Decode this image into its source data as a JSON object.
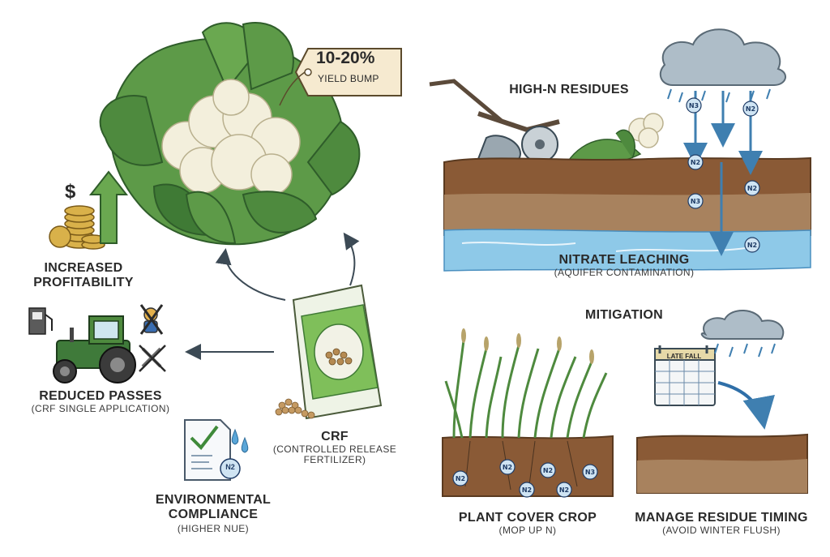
{
  "yield_tag": {
    "percent": "10-20%",
    "caption": "YIELD BUMP"
  },
  "profitability": {
    "title_line1": "INCREASED",
    "title_line2": "PROFITABILITY",
    "symbol": "$"
  },
  "reduced_passes": {
    "title": "REDUCED PASSES",
    "subtitle": "(CRF SINGLE APPLICATION)"
  },
  "crf": {
    "title": "CRF",
    "subtitle_line1": "(CONTROLLED RELEASE",
    "subtitle_line2": "FERTILIZER)"
  },
  "compliance": {
    "title_line1": "ENVIRONMENTAL",
    "title_line2": "COMPLIANCE",
    "subtitle": "(HIGHER NUE)",
    "badge": "N2"
  },
  "residues": {
    "title": "HIGH-N RESIDUES"
  },
  "leaching": {
    "title": "NITRATE LEACHING",
    "subtitle": "(AQUIFER CONTAMINATION)"
  },
  "mitigation": {
    "title": "MITIGATION"
  },
  "cover_crop": {
    "title": "PLANT COVER CROP",
    "subtitle": "(MOP UP N)"
  },
  "residue_timing": {
    "title": "MANAGE RESIDUE TIMING",
    "subtitle": "(AVOID WINTER FLUSH)",
    "calendar_label": "LATE FALL"
  },
  "nitrogen_ions": [
    "N3",
    "N2",
    "N2",
    "N3",
    "N2",
    "N2"
  ],
  "soil_ions": [
    "N2",
    "N2",
    "N2",
    "N2",
    "N3",
    "N2"
  ],
  "colors": {
    "leaf": "#4e8a3e",
    "curd": "#f3efdc",
    "soil": "#8a5a36",
    "water": "#8ec9e8",
    "tractor": "#3f7a3a",
    "arrow": "#3c4a55"
  }
}
